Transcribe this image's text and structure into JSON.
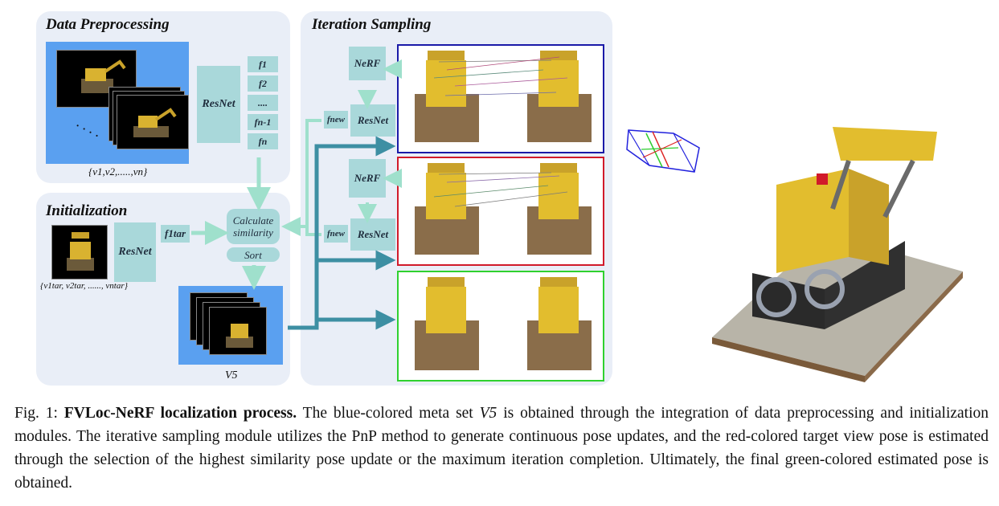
{
  "panels": {
    "preprocessing_title": "Data Preprocessing",
    "iteration_title": "Iteration Sampling",
    "initialization_title": "Initialization"
  },
  "preprocessing": {
    "resnet_label": "ResNet",
    "features": [
      "f1",
      "f2",
      "....",
      "fn-1",
      "fn"
    ],
    "view_set_label": "{v1,v2,.....,vn}",
    "dots": ". . . ."
  },
  "initialization": {
    "resnet_label": "ResNet",
    "target_feature_label": "f1tar",
    "target_set_label": "{v1tar, v2tar, ......, vntar}",
    "calc_label": "Calculate similarity",
    "sort_label": "Sort",
    "meta_set_label": "V5"
  },
  "iteration": {
    "nerf_label": "NeRF",
    "resnet_label": "ResNet",
    "fnew_label": "fnew",
    "box_colors": [
      "#1a1aa8",
      "#d11a2a",
      "#2fd12f"
    ]
  },
  "colors": {
    "panel_bg": "#e9eef7",
    "box_fill": "#a9d8da",
    "light_arrow": "#9fe0cc",
    "dark_arrow": "#3d8fa3",
    "blue_square": "#5aa0f0"
  },
  "caption": {
    "fig_label": "Fig. 1:",
    "title": "FVLoc-NeRF localization process.",
    "body_1": "The blue-colored meta set",
    "meta_symbol": "V5",
    "body_2": "is obtained through the integration of data preprocessing and initialization modules. The iterative sampling module utilizes the PnP method to generate continuous pose updates, and the red-colored target view pose is estimated through the selection of the highest similarity pose update or the maximum iteration completion. Ultimately, the final green-colored estimated pose is obtained."
  }
}
